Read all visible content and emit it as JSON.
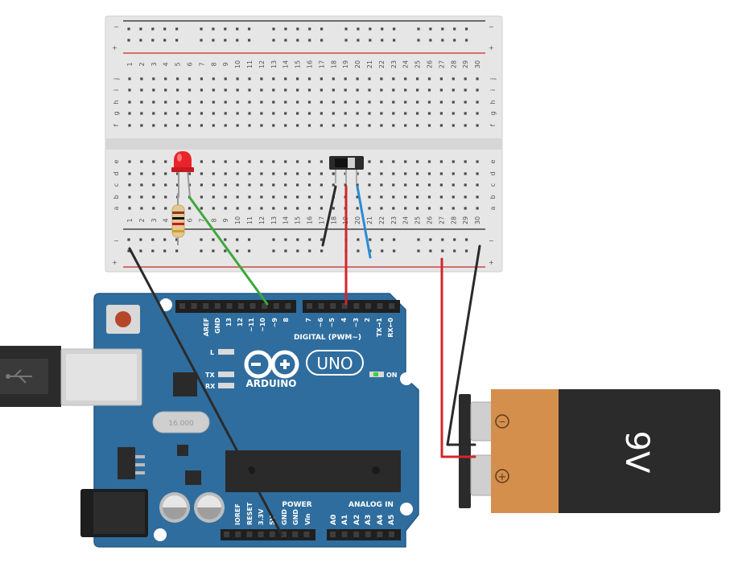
{
  "breadboard": {
    "rail_minus": "−",
    "rail_plus": "+",
    "top_rows": [
      "j",
      "i",
      "h",
      "g",
      "f"
    ],
    "bottom_rows": [
      "e",
      "d",
      "c",
      "b",
      "a"
    ],
    "columns": [
      "1",
      "2",
      "3",
      "4",
      "5",
      "6",
      "7",
      "8",
      "9",
      "10",
      "11",
      "12",
      "13",
      "14",
      "15",
      "16",
      "17",
      "18",
      "19",
      "20",
      "21",
      "22",
      "23",
      "24",
      "25",
      "26",
      "27",
      "28",
      "29",
      "30"
    ]
  },
  "arduino": {
    "brand": "ARDUINO",
    "model": "UNO",
    "on_label": "ON",
    "l_label": "L",
    "tx_label": "TX",
    "rx_label": "RX",
    "digital_header": "DIGITAL (PWM~)",
    "digital_pins": [
      "AREF",
      "GND",
      "13",
      "12",
      "~11",
      "~10",
      "~9",
      "8",
      "7",
      "~6",
      "~5",
      "4",
      "~3",
      "2",
      "TX→1",
      "RX←0"
    ],
    "power_header": "POWER",
    "power_pins": [
      "IOREF",
      "RESET",
      "3.3V",
      "5V",
      "GND",
      "GND",
      "Vin"
    ],
    "analog_header": "ANALOG IN",
    "analog_pins": [
      "A0",
      "A1",
      "A2",
      "A3",
      "A4",
      "A5"
    ],
    "crystal": "16.000"
  },
  "battery": {
    "label": "9V",
    "minus": "−",
    "plus": "+"
  },
  "colors": {
    "board": "#2f6d9e",
    "breadboard": "#e8e8e8",
    "wire_red": "#d3262b",
    "wire_black": "#2a2a2a",
    "wire_green": "#3ba83b",
    "wire_blue": "#2a8bd4",
    "battery_copper": "#d58f4c",
    "battery_body": "#2b2b2b"
  }
}
